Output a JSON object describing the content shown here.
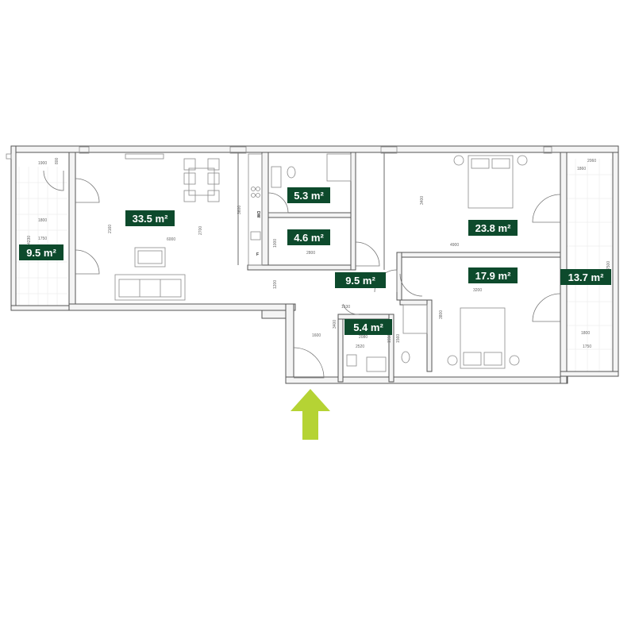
{
  "colors": {
    "label_background": "#0d4a2c",
    "label_text": "#ffffff",
    "entrance_arrow": "#b5d334"
  },
  "rooms": [
    {
      "id": "balcony-left",
      "area": "9.5 m²"
    },
    {
      "id": "living-kitchen",
      "area": "33.5 m²"
    },
    {
      "id": "bathroom-1",
      "area": "5.3 m²"
    },
    {
      "id": "storage",
      "area": "4.6 m²"
    },
    {
      "id": "bedroom-1",
      "area": "23.8 m²"
    },
    {
      "id": "hallway",
      "area": "9.5 m²"
    },
    {
      "id": "bedroom-2",
      "area": "17.9 m²"
    },
    {
      "id": "bathroom-2",
      "area": "5.4 m²"
    },
    {
      "id": "balcony-right",
      "area": "13.7 m²"
    }
  ],
  "dimensions": {
    "d1900": "1900",
    "d800": "800",
    "d1800a": "1800",
    "d1750a": "1750",
    "d4230": "4230",
    "d2160": "2160",
    "d6000": "6000",
    "d2700": "2700",
    "d3600": "3600",
    "d1000": "1000",
    "d2800": "2800",
    "d1200": "1200",
    "d3400a": "3400",
    "d4900": "4900",
    "d1600": "1600",
    "d1630": "1630",
    "d3400b": "3400",
    "d2080": "2080",
    "d2520": "2520",
    "d1550": "1550",
    "d1560": "1560",
    "d3200": "3200",
    "d3800": "3800",
    "d1800b": "1800",
    "d1750b": "1750",
    "d2060": "2060",
    "d1860": "1860",
    "d7500": "7500"
  },
  "appliances": {
    "dishwasher": "DW",
    "fridge": "F"
  },
  "entrance_arrow": {
    "icon": "arrow-up-icon",
    "direction": "up"
  }
}
